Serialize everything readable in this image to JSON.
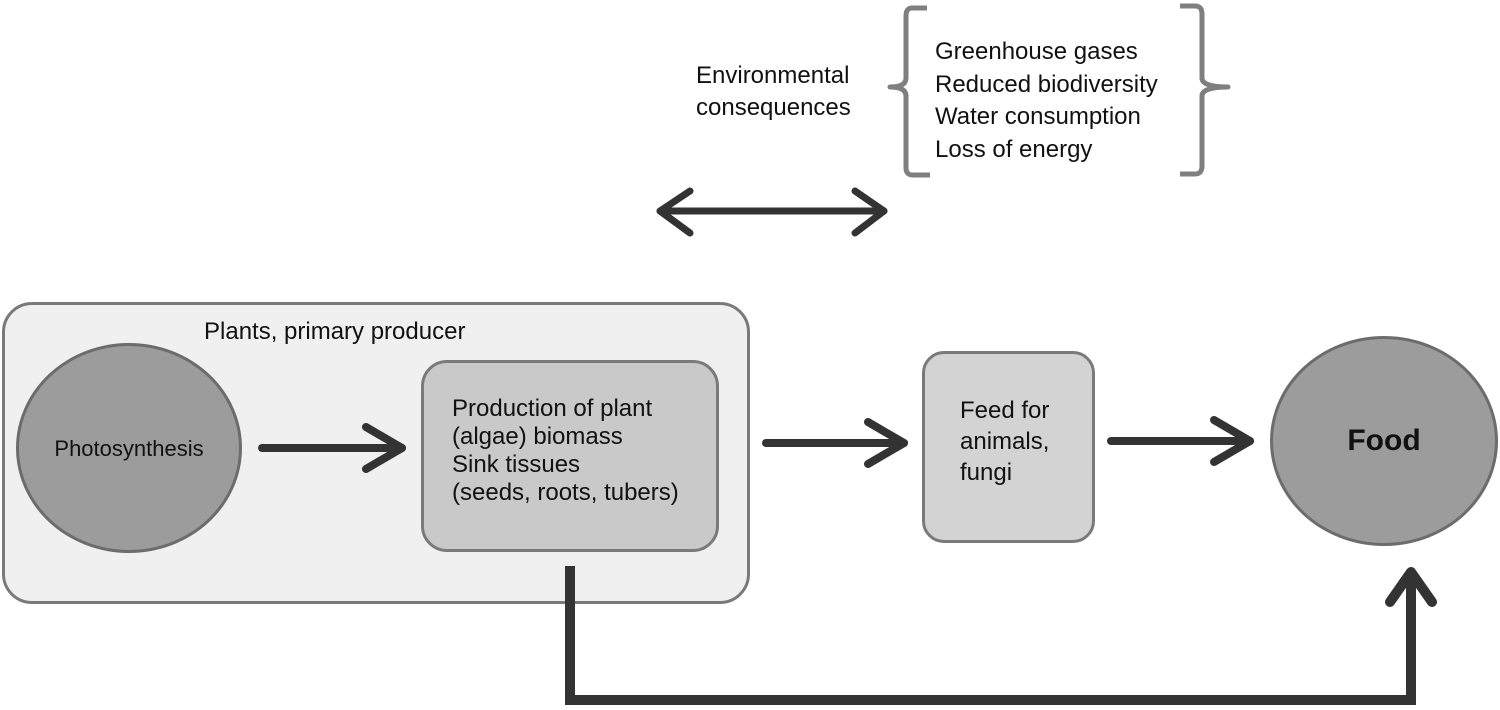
{
  "consequences": {
    "label_line1": "Environmental",
    "label_line2": "consequences",
    "items": [
      "Greenhouse gases",
      "Reduced biodiversity",
      "Water consumption",
      "Loss of energy"
    ]
  },
  "plants_box": {
    "title": "Plants, primary producer",
    "photosynthesis": "Photosynthesis",
    "biomass_lines": [
      "Production of plant",
      "(algae) biomass",
      "Sink tissues",
      "(seeds, roots, tubers)"
    ]
  },
  "feed": {
    "lines": [
      "Feed for",
      "animals,",
      "fungi"
    ]
  },
  "food": {
    "label": "Food"
  },
  "colors": {
    "arrow": "#333333",
    "bracket": "#7f7f7f",
    "ellipse_fill": "#9c9c9c",
    "box_fill": "#c9c9c9",
    "outer_fill": "#f0f0f0"
  }
}
